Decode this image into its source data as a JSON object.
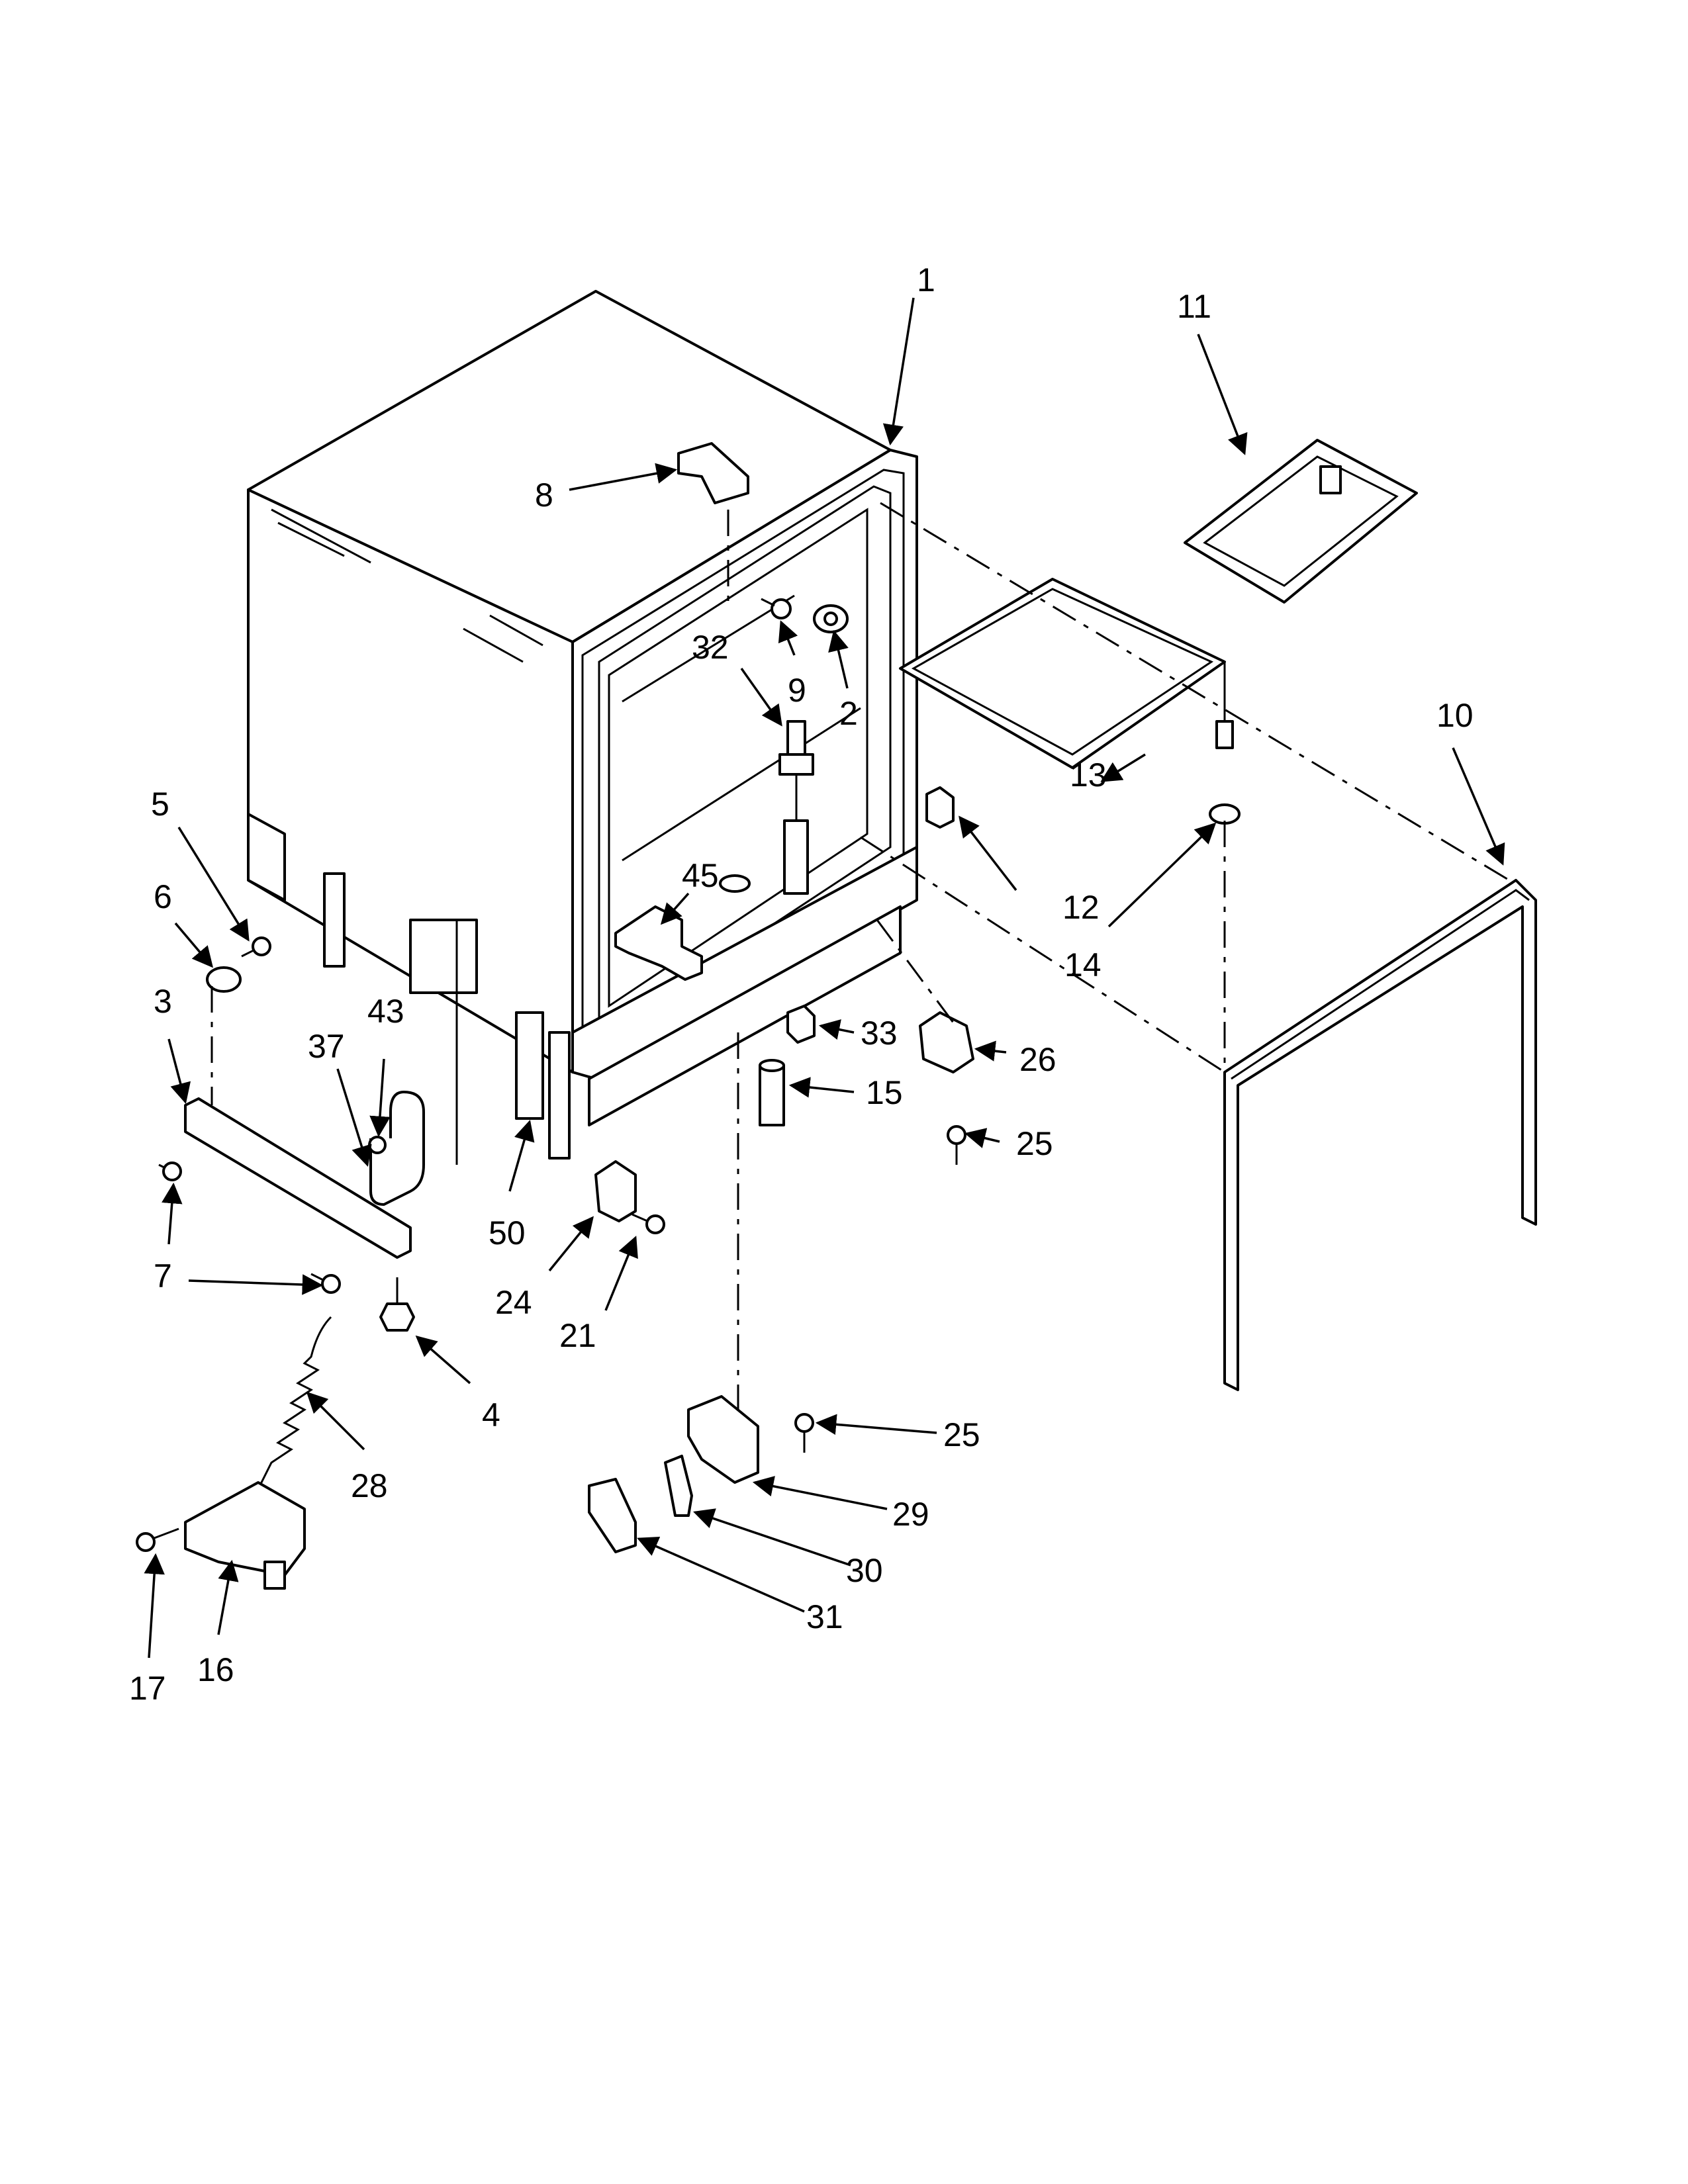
{
  "callouts": [
    {
      "id": "c1",
      "text": "1"
    },
    {
      "id": "c2",
      "text": "2"
    },
    {
      "id": "c3",
      "text": "3"
    },
    {
      "id": "c4",
      "text": "4"
    },
    {
      "id": "c5",
      "text": "5"
    },
    {
      "id": "c6",
      "text": "6"
    },
    {
      "id": "c7",
      "text": "7"
    },
    {
      "id": "c8",
      "text": "8"
    },
    {
      "id": "c9",
      "text": "9"
    },
    {
      "id": "c10",
      "text": "10"
    },
    {
      "id": "c11",
      "text": "11"
    },
    {
      "id": "c12",
      "text": "12"
    },
    {
      "id": "c13",
      "text": "13"
    },
    {
      "id": "c14",
      "text": "14"
    },
    {
      "id": "c15",
      "text": "15"
    },
    {
      "id": "c16",
      "text": "16"
    },
    {
      "id": "c17",
      "text": "17"
    },
    {
      "id": "c21",
      "text": "21"
    },
    {
      "id": "c24",
      "text": "24"
    },
    {
      "id": "c25a",
      "text": "25"
    },
    {
      "id": "c25b",
      "text": "25"
    },
    {
      "id": "c26",
      "text": "26"
    },
    {
      "id": "c28",
      "text": "28"
    },
    {
      "id": "c29",
      "text": "29"
    },
    {
      "id": "c30",
      "text": "30"
    },
    {
      "id": "c31",
      "text": "31"
    },
    {
      "id": "c32",
      "text": "32"
    },
    {
      "id": "c33",
      "text": "33"
    },
    {
      "id": "c37",
      "text": "37"
    },
    {
      "id": "c43",
      "text": "43"
    },
    {
      "id": "c45",
      "text": "45"
    },
    {
      "id": "c50",
      "text": "50"
    }
  ]
}
